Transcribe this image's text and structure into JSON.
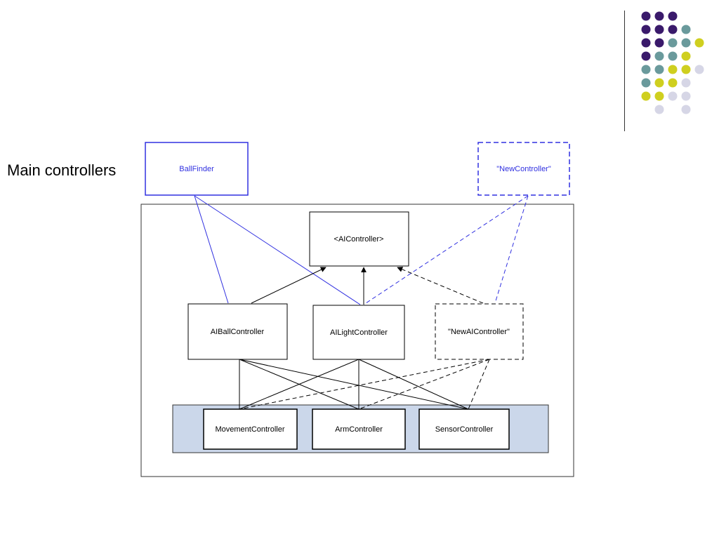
{
  "side_label": "Main controllers",
  "colors": {
    "dot_purple": "#3a1a6b",
    "dot_teal": "#6a9a9c",
    "dot_yellow": "#cfcf1f",
    "dot_lavender": "#d6d6e6",
    "blue_link": "#3030e0",
    "layer_fill": "#cbd7ea"
  },
  "decor_dots": {
    "rows": [
      [
        "",
        "purple",
        "purple",
        "purple",
        ""
      ],
      [
        "",
        "purple",
        "purple",
        "purple",
        "teal"
      ],
      [
        "",
        "purple",
        "purple",
        "teal",
        "teal",
        "yellow"
      ],
      [
        "",
        "purple",
        "teal",
        "teal",
        "yellow"
      ],
      [
        "",
        "teal",
        "teal",
        "yellow",
        "yellow",
        "lavender"
      ],
      [
        "",
        "teal",
        "yellow",
        "yellow",
        "lavender"
      ],
      [
        "",
        "yellow",
        "yellow",
        "lavender",
        "lavender"
      ],
      [
        "",
        "",
        "lavender",
        "",
        "lavender"
      ]
    ]
  },
  "diagram": {
    "ballfinder": "BallFinder",
    "new_controller": "\"NewController\"",
    "ai_controller": "<AIController>",
    "ai_ball_controller": "AIBallController",
    "ai_light_controller": "AILightController",
    "new_ai_controller": "\"NewAIController\"",
    "movement_controller": "MovementController",
    "arm_controller": "ArmController",
    "sensor_controller": "SensorController"
  }
}
